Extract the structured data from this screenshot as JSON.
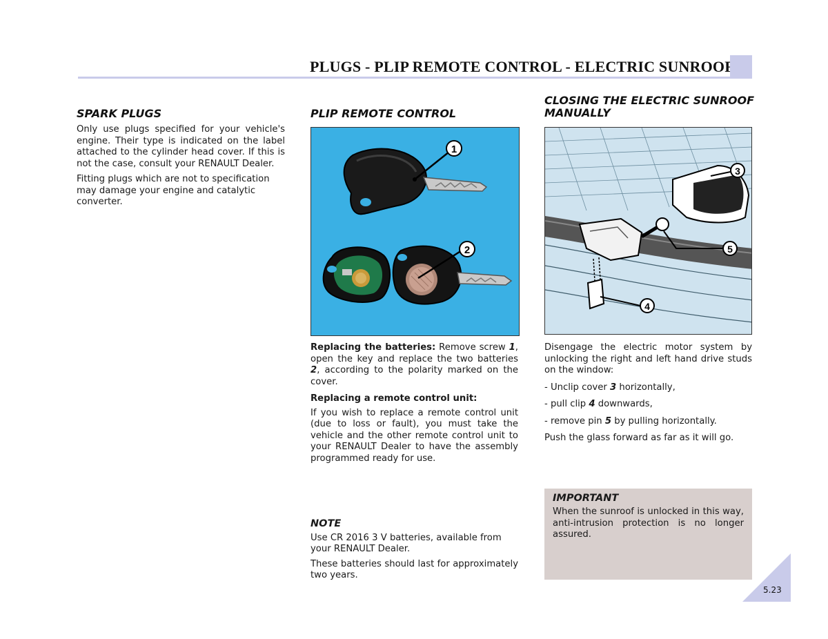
{
  "header": {
    "title": "PLUGS - PLIP REMOTE CONTROL - ELECTRIC SUNROOF",
    "accent_color": "#c9cbea"
  },
  "spark_plugs": {
    "heading": "SPARK PLUGS",
    "p1": "Only use plugs specified for your vehicle's engine. Their type is indicated on the label attached to the cylinder head cover. If this is not the case, consult your RENAULT Dealer.",
    "p2": "Fitting plugs which are not to specification may damage your engine and catalytic converter."
  },
  "plip": {
    "heading": "PLIP REMOTE CONTROL",
    "image_bg": "#3ab0e4",
    "callout_1": "1",
    "callout_2": "2",
    "battery_label": "Replacing the batteries:",
    "battery_text_a": " Remove screw ",
    "battery_ref_1": "1",
    "battery_text_b": ", open the key and replace the two batteries ",
    "battery_ref_2": "2",
    "battery_text_c": ", according to the polarity marked on the cover.",
    "unit_heading": "Replacing a remote control unit:",
    "unit_text": "If you wish to replace a remote control unit (due to loss or fault), you must take the vehicle and the other remote control unit to your RENAULT Dealer to have the assembly programmed ready for use.",
    "note_heading": "NOTE",
    "note_p1": "Use CR 2016 3 V batteries, available from your RENAULT Dealer.",
    "note_p2": "These batteries should last for approximately two years."
  },
  "sunroof": {
    "heading": "CLOSING THE ELECTRIC SUNROOF MANUALLY",
    "callout_3": "3",
    "callout_4": "4",
    "callout_5": "5",
    "intro": "Disengage the electric motor system by unlocking the right and left hand drive studs on the window:",
    "step1_a": "- Unclip cover ",
    "step1_ref": "3",
    "step1_b": " horizontally,",
    "step2_a": "- pull clip ",
    "step2_ref": "4",
    "step2_b": " downwards,",
    "step3_a": "- remove pin ",
    "step3_ref": "5",
    "step3_b": " by pulling horizontally.",
    "push": "Push the glass forward as far as it will go."
  },
  "important": {
    "heading": "IMPORTANT",
    "text": "When the sunroof is unlocked in this way, anti-intrusion protection is no longer assured.",
    "bg": "#d8cfcd"
  },
  "page": {
    "number": "5.23"
  }
}
